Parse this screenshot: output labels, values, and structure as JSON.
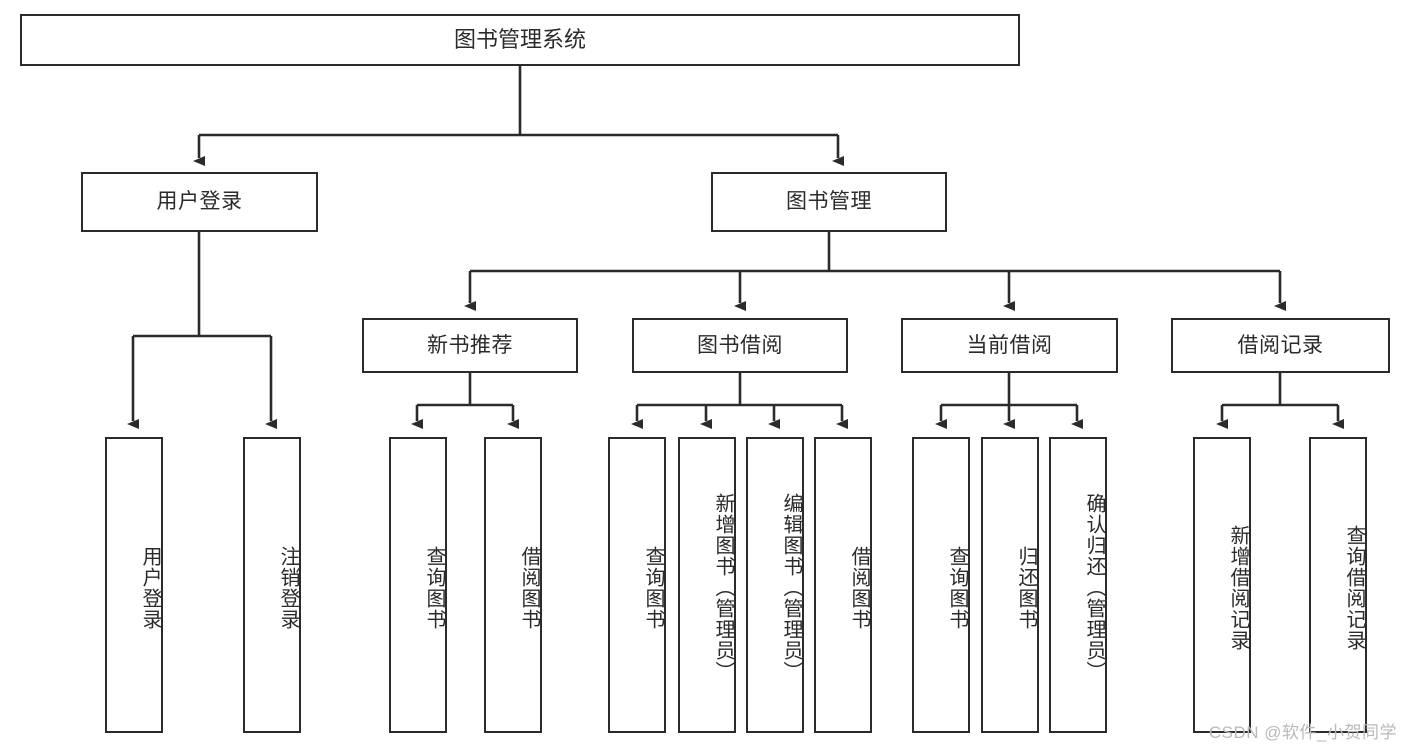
{
  "diagram": {
    "title": "图书管理系统",
    "type": "tree-hierarchy-diagram",
    "root": {
      "id": "root",
      "label": "图书管理系统"
    },
    "level1": [
      {
        "id": "user-login",
        "label": "用户登录"
      },
      {
        "id": "book-management",
        "label": "图书管理"
      }
    ],
    "level2": [
      {
        "id": "new-book-recommend",
        "label": "新书推荐",
        "parent": "book-management"
      },
      {
        "id": "book-borrow",
        "label": "图书借阅",
        "parent": "book-management"
      },
      {
        "id": "current-borrow",
        "label": "当前借阅",
        "parent": "book-management"
      },
      {
        "id": "borrow-record",
        "label": "借阅记录",
        "parent": "book-management"
      }
    ],
    "leaves": [
      {
        "id": "leaf-user-login",
        "label": "用户登录",
        "parent": "user-login"
      },
      {
        "id": "leaf-logout-login",
        "label": "注销登录",
        "parent": "user-login"
      },
      {
        "id": "leaf-query-book-1",
        "label": "查询图书",
        "parent": "new-book-recommend"
      },
      {
        "id": "leaf-borrow-book-1",
        "label": "借阅图书",
        "parent": "new-book-recommend"
      },
      {
        "id": "leaf-query-book-2",
        "label": "查询图书",
        "parent": "book-borrow"
      },
      {
        "id": "leaf-add-book",
        "label": "新增图书（管理员）",
        "parent": "book-borrow"
      },
      {
        "id": "leaf-edit-book",
        "label": "编辑图书（管理员）",
        "parent": "book-borrow"
      },
      {
        "id": "leaf-borrow-book-2",
        "label": "借阅图书",
        "parent": "book-borrow"
      },
      {
        "id": "leaf-query-book-3",
        "label": "查询图书",
        "parent": "current-borrow"
      },
      {
        "id": "leaf-return-book",
        "label": "归还图书",
        "parent": "current-borrow"
      },
      {
        "id": "leaf-confirm-return",
        "label": "确认归还（管理员）",
        "parent": "current-borrow"
      },
      {
        "id": "leaf-add-record",
        "label": "新增借阅记录",
        "parent": "borrow-record"
      },
      {
        "id": "leaf-query-record",
        "label": "查询借阅记录",
        "parent": "borrow-record"
      }
    ]
  },
  "watermark": {
    "text": "CSDN @软件_小贺同学"
  },
  "colors": {
    "stroke": "#2b2b2b",
    "fill": "#ffffff",
    "text": "#2b2b2b",
    "watermark": "#b9b9b9"
  }
}
